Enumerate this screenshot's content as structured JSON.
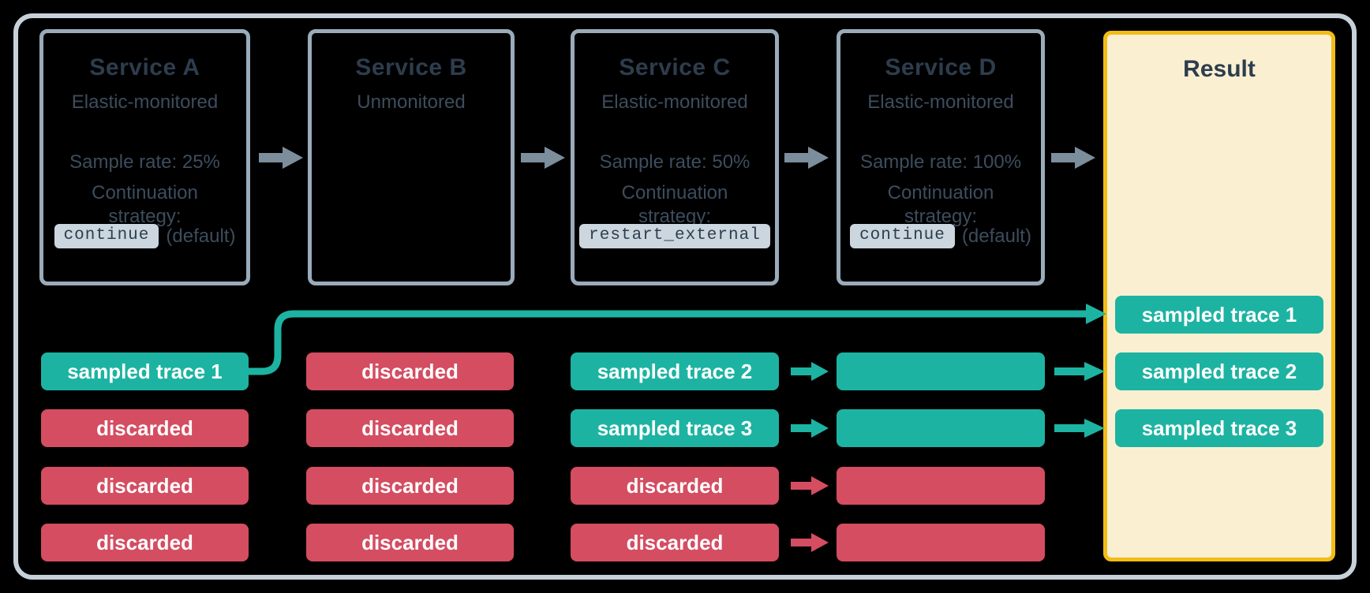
{
  "diagram": {
    "services": [
      {
        "title": "Service A",
        "monitoring": "Elastic-monitored",
        "sample_rate": "Sample rate: 25%",
        "strategy_label": "Continuation strategy:",
        "strategy_code": "continue",
        "strategy_suffix": "(default)"
      },
      {
        "title": "Service B",
        "monitoring": "Unmonitored"
      },
      {
        "title": "Service C",
        "monitoring": "Elastic-monitored",
        "sample_rate": "Sample rate: 50%",
        "strategy_label": "Continuation strategy:",
        "strategy_code": "restart_external"
      },
      {
        "title": "Service D",
        "monitoring": "Elastic-monitored",
        "sample_rate": "Sample rate: 100%",
        "strategy_label": "Continuation strategy:",
        "strategy_code": "continue",
        "strategy_suffix": "(default)"
      }
    ],
    "result": {
      "title": "Result",
      "rows": [
        {
          "label": "sampled trace 1",
          "state": "sampled"
        },
        {
          "label": "sampled trace 2",
          "state": "sampled"
        },
        {
          "label": "sampled trace 3",
          "state": "sampled"
        }
      ]
    },
    "traces": {
      "service_a": [
        {
          "label": "sampled trace 1",
          "state": "sampled"
        },
        {
          "label": "discarded",
          "state": "discarded"
        },
        {
          "label": "discarded",
          "state": "discarded"
        },
        {
          "label": "discarded",
          "state": "discarded"
        }
      ],
      "service_b": [
        {
          "label": "discarded",
          "state": "discarded"
        },
        {
          "label": "discarded",
          "state": "discarded"
        },
        {
          "label": "discarded",
          "state": "discarded"
        },
        {
          "label": "discarded",
          "state": "discarded"
        }
      ],
      "service_c": [
        {
          "label": "sampled trace 2",
          "state": "sampled"
        },
        {
          "label": "sampled trace 3",
          "state": "sampled"
        },
        {
          "label": "discarded",
          "state": "discarded"
        },
        {
          "label": "discarded",
          "state": "discarded"
        }
      ],
      "service_d": [
        {
          "label": "",
          "state": "sampled"
        },
        {
          "label": "",
          "state": "sampled"
        },
        {
          "label": "",
          "state": "discarded"
        },
        {
          "label": "",
          "state": "discarded"
        }
      ]
    },
    "colors": {
      "sampled_teal": "#1DB3A2",
      "discarded_red": "#D44D61",
      "result_fill": "#FAF0D1",
      "result_border": "#F2BC17",
      "service_border": "#9AABBA",
      "frame_border": "#C7D1DA",
      "flow_arrow_gray": "#7C8D9C",
      "heading_text": "#2D3D4E",
      "body_text": "#3D4D5E",
      "code_chip_bg": "#CCD6DE"
    }
  }
}
